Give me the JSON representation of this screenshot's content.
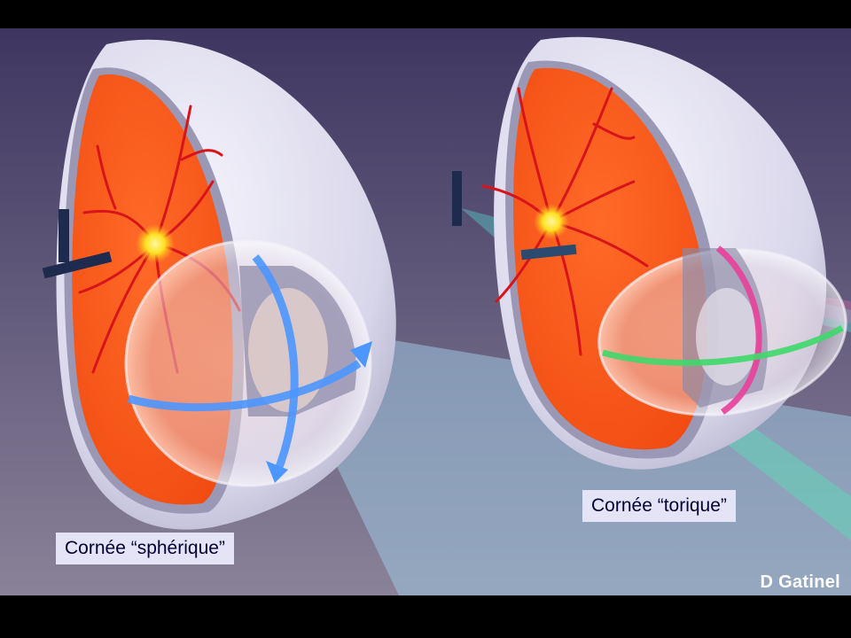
{
  "labels": {
    "spherical": "Cornée “sphérique”",
    "toric": "Cornée “torique”",
    "credit": "D Gatinel"
  },
  "colors": {
    "background_top": "#3e3660",
    "background_bottom": "#8a8298",
    "retina": "#ff5a1e",
    "sclera": "#e2e0f0",
    "vessel": "#d8141a",
    "macula": "#ffe020",
    "spherical_meridians": "#4b96ff",
    "toric_meridian_steep": "#e8409a",
    "toric_meridian_flat": "#3ed86a",
    "focal_line": "#1e2a4e"
  }
}
